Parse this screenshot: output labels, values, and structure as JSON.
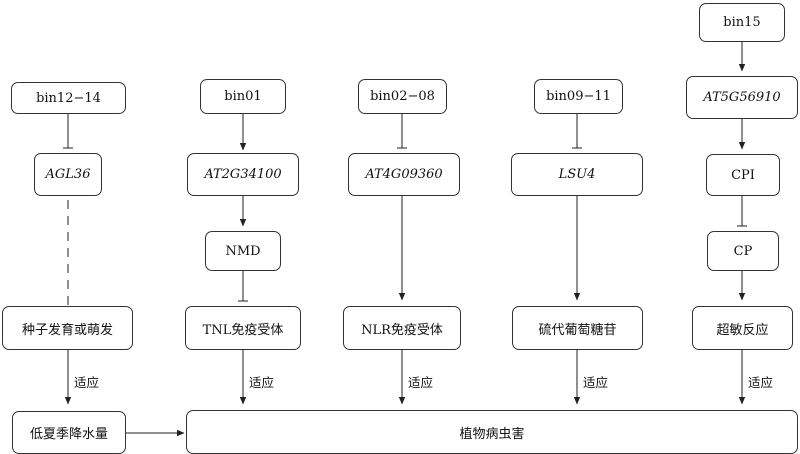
{
  "nodes": {
    "bin12_14": "bin12−14",
    "agl36": "AGL36",
    "seed": "种子发育或萌发",
    "lowrain": "低夏季降水量",
    "bin01": "bin01",
    "at2g34100": "AT2G34100",
    "nmd": "NMD",
    "tnl": "TNL免疫受体",
    "bin02_08": "bin02−08",
    "at4g09360": "AT4G09360",
    "nlr": "NLR免疫受体",
    "bin09_11": "bin09−11",
    "lsu4": "LSU4",
    "glucosinolate": "硫代葡萄糖苷",
    "bin15": "bin15",
    "at5g56910": "AT5G56910",
    "cpi": "CPI",
    "cp": "CP",
    "hr": "超敏反应",
    "plant_pests": "植物病虫害"
  },
  "edge_labels": {
    "adapt_1": "适应",
    "adapt_2": "适应",
    "adapt_3": "适应",
    "adapt_4": "适应",
    "adapt_5": "适应"
  }
}
